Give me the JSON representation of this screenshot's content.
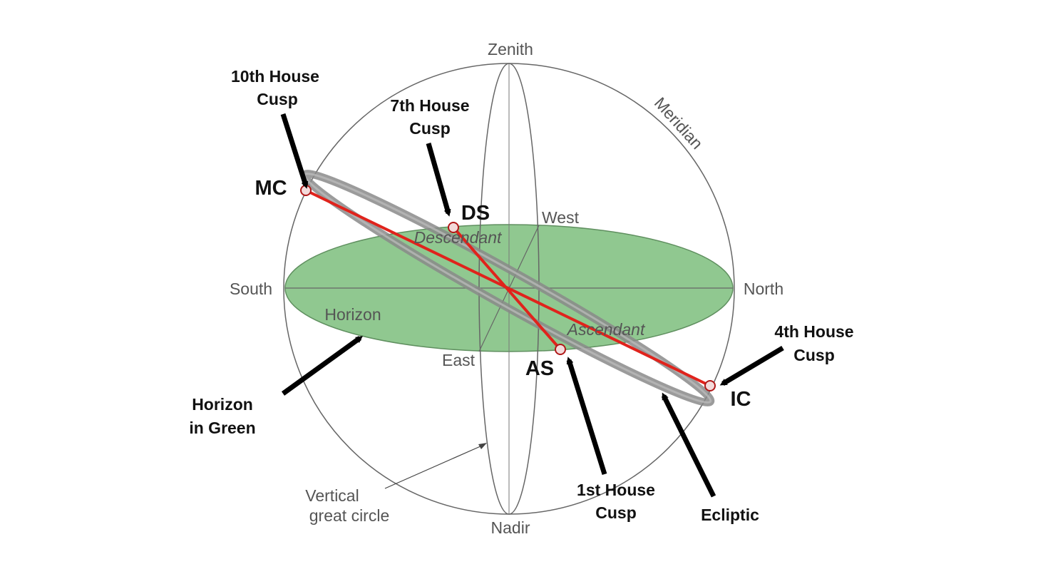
{
  "colors": {
    "horizon_fill": "#90c890",
    "ecliptic_band": "#8a8a8a",
    "red_axis": "#e0231c",
    "arrow": "#000000",
    "outline": "#666666"
  },
  "sphere_labels": {
    "zenith": "Zenith",
    "nadir": "Nadir",
    "south": "South",
    "north": "North",
    "east": "East",
    "west": "West",
    "meridian": "Meridian",
    "horizon": "Horizon",
    "descendant": "Descendant",
    "ascendant": "Ascendant",
    "vertical_circle_line1": "Vertical",
    "vertical_circle_line2": "great circle"
  },
  "points": {
    "mc": "MC",
    "ds": "DS",
    "as": "AS",
    "ic": "IC"
  },
  "callouts": {
    "house10_line1": "10th House",
    "house10_line2": "Cusp",
    "house7_line1": "7th House",
    "house7_line2": "Cusp",
    "house4_line1": "4th House",
    "house4_line2": "Cusp",
    "house1_line1": "1st House",
    "house1_line2": "Cusp",
    "horizon_green_line1": "Horizon",
    "horizon_green_line2": "in Green",
    "ecliptic": "Ecliptic"
  }
}
